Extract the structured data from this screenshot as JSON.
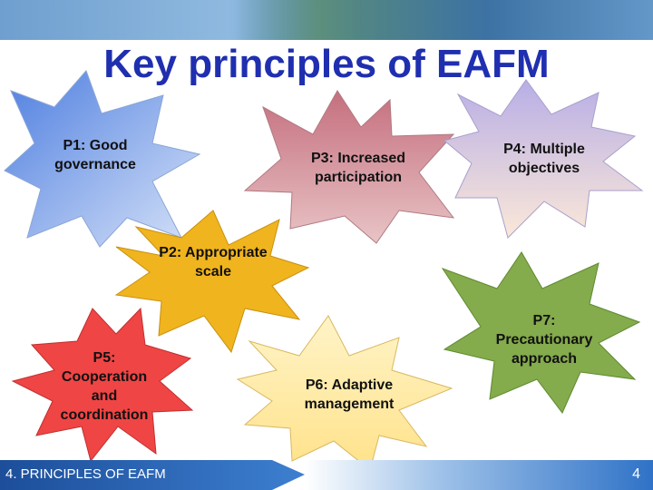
{
  "slide": {
    "title": "Key principles of EAFM",
    "footer_label": "4. PRINCIPLES OF EAFM",
    "page_number": "4"
  },
  "principles": [
    {
      "id": "p1",
      "label": "P1: Good governance",
      "color": "#7aa8e8"
    },
    {
      "id": "p3",
      "label": "P3: Increased participation",
      "color": "#d89aa2"
    },
    {
      "id": "p4",
      "label": "P4: Multiple objectives",
      "color": "#cfc8ec"
    },
    {
      "id": "p2",
      "label": "P2: Appropriate scale",
      "color": "#f2b81a"
    },
    {
      "id": "p5",
      "label": "P5: Cooperation and coordination",
      "color": "#ef4848"
    },
    {
      "id": "p7",
      "label": "P7: Precautionary approach",
      "color": "#86ad4e"
    },
    {
      "id": "p6",
      "label": "P6: Adaptive management",
      "color": "#ffeaa6"
    }
  ]
}
